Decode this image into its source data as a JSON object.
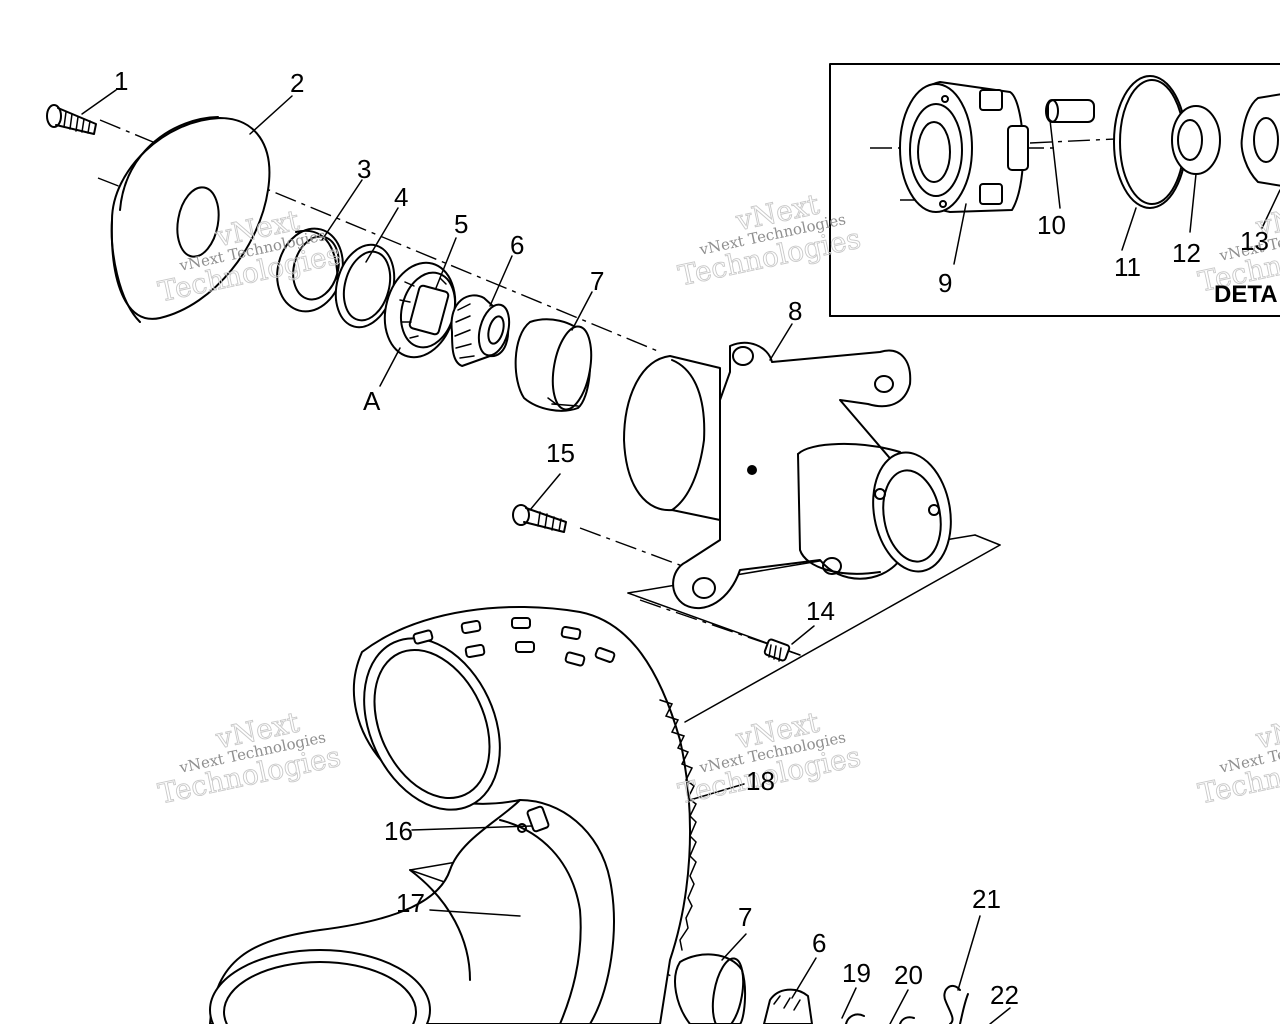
{
  "callouts": {
    "c1": "1",
    "c2": "2",
    "c3": "3",
    "c4": "4",
    "c5": "5",
    "c6": "6",
    "c7": "7",
    "c8": "8",
    "c9": "9",
    "c10": "10",
    "c11": "11",
    "c12": "12",
    "c13": "13",
    "c14": "14",
    "c15": "15",
    "c16": "16",
    "c17": "17",
    "c18": "18",
    "c7b": "7",
    "c6b": "6",
    "c19": "19",
    "c20": "20",
    "c21": "21",
    "c22": "22",
    "cA": "A"
  },
  "detail_box": {
    "label": "DETA"
  },
  "watermark": {
    "line1": "vNext",
    "line2": "vNext Technologies",
    "line3": "Technologies"
  }
}
